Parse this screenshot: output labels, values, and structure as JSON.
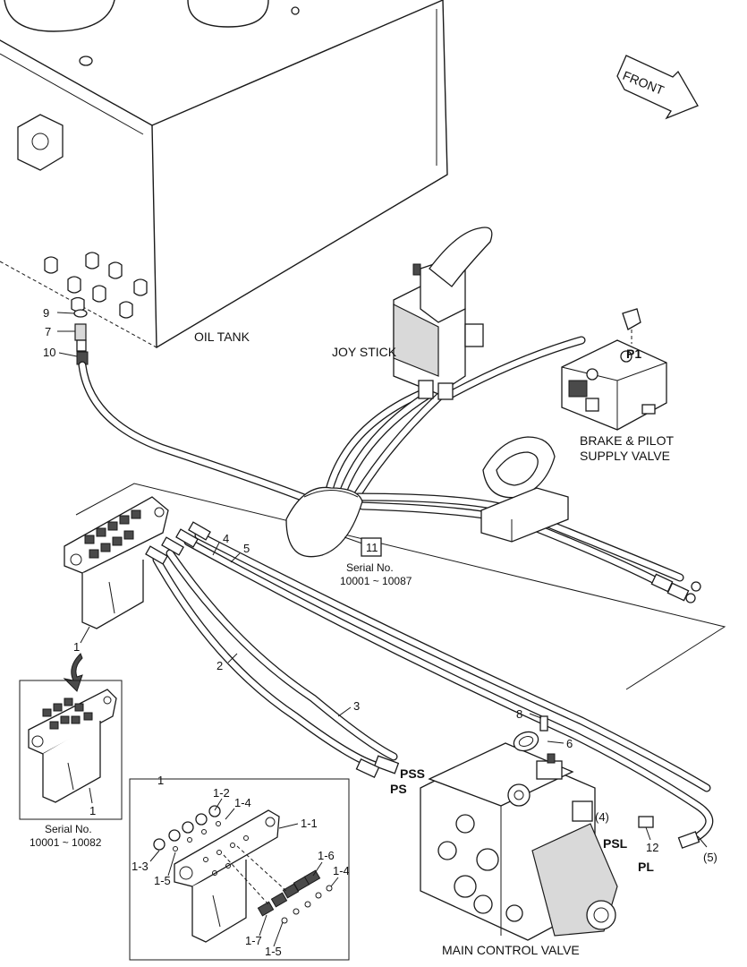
{
  "labels": {
    "oil_tank": "OIL TANK",
    "joy_stick": "JOY STICK",
    "brake_valve_line1": "BRAKE & PILOT",
    "brake_valve_line2": "SUPPLY VALVE",
    "main_control_valve": "MAIN CONTROL VALVE",
    "front": "FRONT",
    "serial_top_line1": "Serial No.",
    "serial_top_line2": "10001 ~ 10087",
    "serial_inset_line1": "Serial No.",
    "serial_inset_line2": "10001 ~ 10082"
  },
  "ports": {
    "p1": "P1",
    "pss": "PSS",
    "ps": "PS",
    "psl": "PSL",
    "pl": "PL"
  },
  "callouts": {
    "c9": "9",
    "c7": "7",
    "c10": "10",
    "c11": "11",
    "c4": "4",
    "c5": "5",
    "c1_main": "1",
    "c2": "2",
    "c3": "3",
    "c8": "8",
    "c6": "6",
    "c4_paren": "(4)",
    "c12": "12",
    "c5_paren": "(5)",
    "c1_inset": "1",
    "c1_detail": "1",
    "c1_2": "1-2",
    "c1_4a": "1-4",
    "c1_1": "1-1",
    "c1_3": "1-3",
    "c1_5a": "1-5",
    "c1_6": "1-6",
    "c1_4b": "1-4",
    "c1_7": "1-7",
    "c1_5b": "1-5"
  }
}
